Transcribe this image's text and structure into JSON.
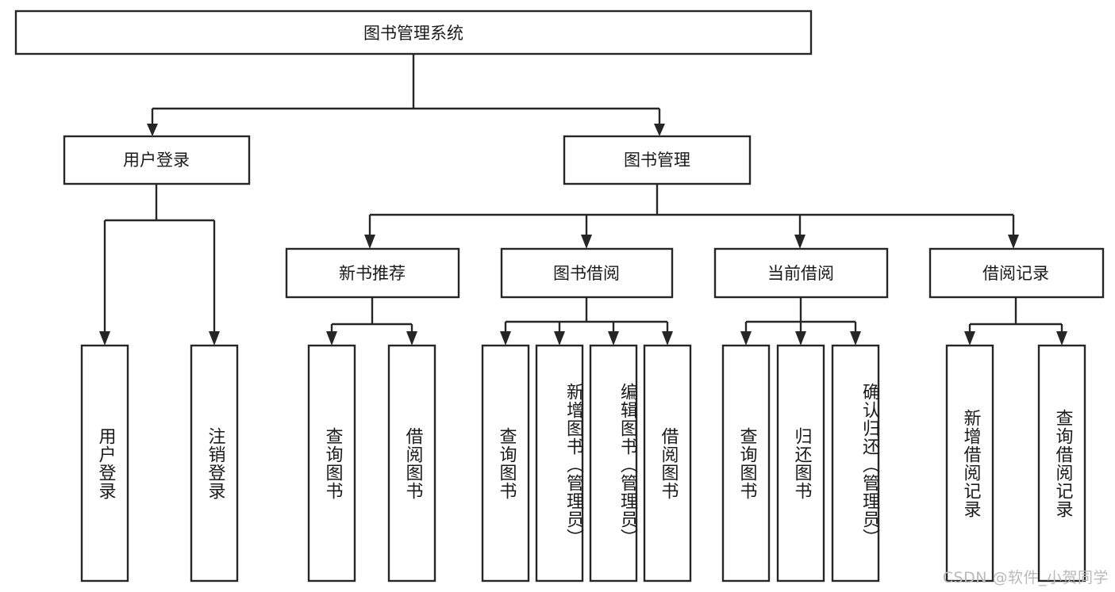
{
  "diagram": {
    "type": "tree-hierarchy",
    "title": "图书管理系统",
    "root": {
      "id": "root",
      "label": "图书管理系统"
    },
    "level2": [
      {
        "id": "user-login",
        "label": "用户登录"
      },
      {
        "id": "book-manage",
        "label": "图书管理"
      }
    ],
    "level3": [
      {
        "id": "new-book-recommend",
        "label": "新书推荐",
        "parent": "book-manage"
      },
      {
        "id": "book-borrow",
        "label": "图书借阅",
        "parent": "book-manage"
      },
      {
        "id": "current-borrow",
        "label": "当前借阅",
        "parent": "book-manage"
      },
      {
        "id": "borrow-record",
        "label": "借阅记录",
        "parent": "book-manage"
      }
    ],
    "leaves": {
      "user-login": [
        {
          "id": "leaf-user-login",
          "label": "用户登录"
        },
        {
          "id": "leaf-user-logout",
          "label": "注销登录"
        }
      ],
      "new-book-recommend": [
        {
          "id": "leaf-query-book-1",
          "label": "查询图书"
        },
        {
          "id": "leaf-borrow-book-1",
          "label": "借阅图书"
        }
      ],
      "book-borrow": [
        {
          "id": "leaf-query-book-2",
          "label": "查询图书"
        },
        {
          "id": "leaf-add-book",
          "label": "新增图书（管理员）"
        },
        {
          "id": "leaf-edit-book",
          "label": "编辑图书（管理员）"
        },
        {
          "id": "leaf-borrow-book-2",
          "label": "借阅图书"
        }
      ],
      "current-borrow": [
        {
          "id": "leaf-query-book-3",
          "label": "查询图书"
        },
        {
          "id": "leaf-return-book",
          "label": "归还图书"
        },
        {
          "id": "leaf-confirm-return",
          "label": "确认归还（管理员）"
        }
      ],
      "borrow-record": [
        {
          "id": "leaf-add-record",
          "label": "新增借阅记录"
        },
        {
          "id": "leaf-query-record",
          "label": "查询借阅记录"
        }
      ]
    }
  },
  "watermark": {
    "text": "CSDN @软件_小贺同学"
  },
  "colors": {
    "stroke": "#262626",
    "box_fill": "#ffffff",
    "text": "#1a1a1a",
    "watermark": "#b9b9b9",
    "background": "#ffffff"
  }
}
